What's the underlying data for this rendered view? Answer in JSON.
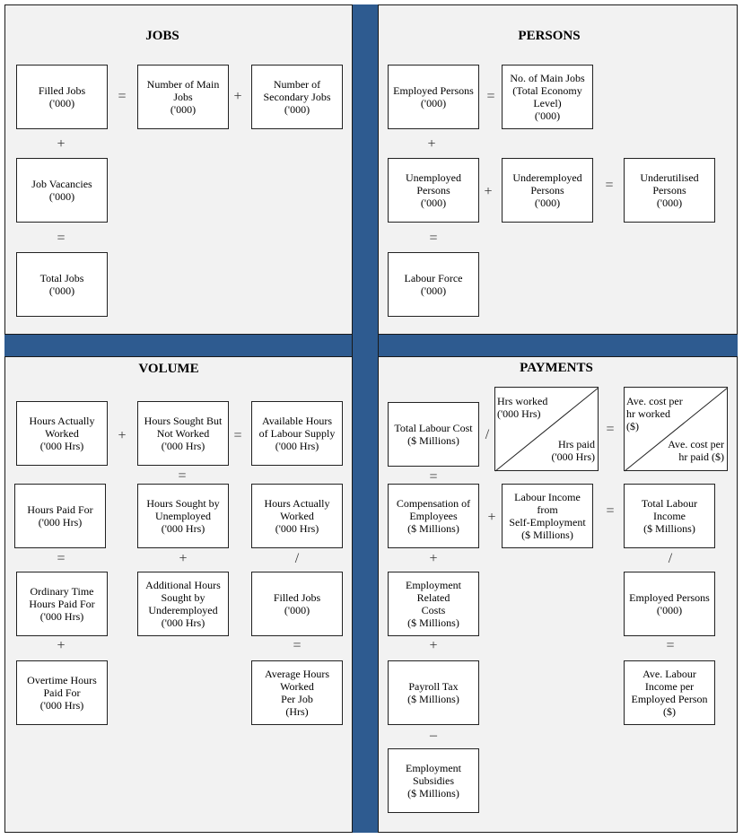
{
  "titles": {
    "jobs": "JOBS",
    "persons": "PERSONS",
    "volume": "VOLUME",
    "payments": "PAYMENTS"
  },
  "jobs": {
    "filled_jobs": "Filled Jobs\n('000)",
    "main_jobs": "Number of Main\nJobs\n('000)",
    "secondary_jobs": "Number of\nSecondary Jobs\n('000)",
    "job_vacancies": "Job Vacancies\n('000)",
    "total_jobs": "Total Jobs\n('000)"
  },
  "persons": {
    "employed": "Employed Persons\n('000)",
    "main_jobs_total": "No. of Main Jobs\n(Total Economy\nLevel)\n('000)",
    "unemployed": "Unemployed\nPersons\n('000)",
    "underemployed": "Underemployed\nPersons\n('000)",
    "underutilised": "Underutilised\nPersons\n('000)",
    "labour_force": "Labour Force\n('000)"
  },
  "volume": {
    "hours_actually_worked": "Hours Actually\nWorked\n('000 Hrs)",
    "hours_sought_not_worked": "Hours Sought But\nNot Worked\n('000 Hrs)",
    "available_hours": "Available Hours\nof Labour Supply\n('000 Hrs)",
    "hours_paid_for": "Hours Paid For\n('000 Hrs)",
    "hours_sought_unemployed": "Hours Sought by\nUnemployed\n('000 Hrs)",
    "hours_actually_worked_2": "Hours Actually\nWorked\n('000 Hrs)",
    "ordinary_time": "Ordinary Time\nHours Paid For\n('000 Hrs)",
    "additional_hours": "Additional Hours\nSought by\nUnderemployed\n('000 Hrs)",
    "filled_jobs": "Filled Jobs\n('000)",
    "overtime": "Overtime Hours\nPaid For\n('000 Hrs)",
    "average_hours": "Average Hours\nWorked\nPer Job\n(Hrs)"
  },
  "payments": {
    "total_labour_cost": "Total Labour Cost\n($ Millions)",
    "hrs_worked": "Hrs worked\n('000 Hrs)",
    "hrs_paid": "Hrs paid\n('000 Hrs)",
    "ave_cost_worked": "Ave. cost per\nhr worked\n($)",
    "ave_cost_paid": "Ave. cost per\nhr paid ($)",
    "compensation": "Compensation of\nEmployees\n($ Millions)",
    "labour_income_self": "Labour Income\nfrom\nSelf-Employment\n($ Millions)",
    "total_labour_income": "Total Labour\nIncome\n($ Millions)",
    "employment_related_costs": "Employment\nRelated\nCosts\n($ Millions)",
    "employed_persons": "Employed Persons\n('000)",
    "payroll_tax": "Payroll Tax\n($ Millions)",
    "ave_labour_income": "Ave. Labour\nIncome per\nEmployed Person\n($)",
    "employment_subsidies": "Employment\nSubsidies\n($ Millions)"
  },
  "ops": {
    "eq": "=",
    "plus": "+",
    "slash": "/",
    "minus": "–"
  }
}
